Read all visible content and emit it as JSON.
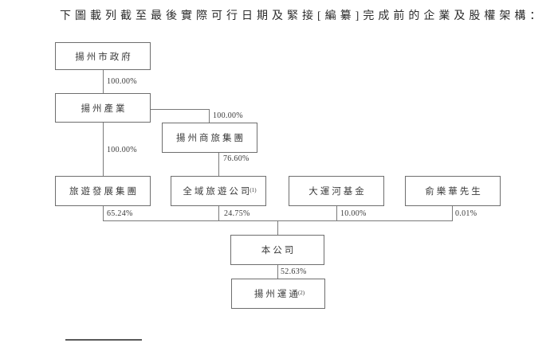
{
  "page": {
    "title": "下圖載列截至最後實際可行日期及緊接[編纂]完成前的企業及股權架構：",
    "colors": {
      "ink": "#3a3a3a",
      "line": "#7a7a7a",
      "border": "#6e6e6e",
      "background": "#ffffff"
    }
  },
  "diagram": {
    "type": "equity-structure-org-chart",
    "nodes": [
      {
        "id": "yangzhou-government",
        "label": "揚州市政府",
        "sup": ""
      },
      {
        "id": "yangzhou-industry",
        "label": "揚州產業",
        "sup": ""
      },
      {
        "id": "yangzhou-commerce-travel-group",
        "label": "揚州商旅集團",
        "sup": ""
      },
      {
        "id": "tourism-development-group",
        "label": "旅遊發展集團",
        "sup": ""
      },
      {
        "id": "quanyu-tourism-company",
        "label": "全域旅遊公司",
        "sup": "(1)"
      },
      {
        "id": "grand-canal-fund",
        "label": "大運河基金",
        "sup": ""
      },
      {
        "id": "mr-yu-lehua",
        "label": "俞樂華先生",
        "sup": ""
      },
      {
        "id": "the-company",
        "label": "本公司",
        "sup": ""
      },
      {
        "id": "yangzhou-yuntong",
        "label": "揚州運通",
        "sup": "(2)"
      }
    ],
    "edges": [
      {
        "from": "揚州市政府",
        "to": "揚州產業",
        "label": "100.00%"
      },
      {
        "from": "揚州產業",
        "to": "揚州商旅集團",
        "label": "100.00%"
      },
      {
        "from": "揚州產業",
        "to": "旅遊發展集團",
        "label": "100.00%"
      },
      {
        "from": "揚州商旅集團",
        "to": "全域旅遊公司",
        "label": "76.60%"
      },
      {
        "from": "旅遊發展集團",
        "to": "本公司",
        "label": "65.24%"
      },
      {
        "from": "全域旅遊公司",
        "to": "本公司",
        "label": "24.75%"
      },
      {
        "from": "大運河基金",
        "to": "本公司",
        "label": "10.00%"
      },
      {
        "from": "俞樂華先生",
        "to": "本公司",
        "label": "0.01%"
      },
      {
        "from": "本公司",
        "to": "揚州運通",
        "label": "52.63%"
      }
    ]
  }
}
